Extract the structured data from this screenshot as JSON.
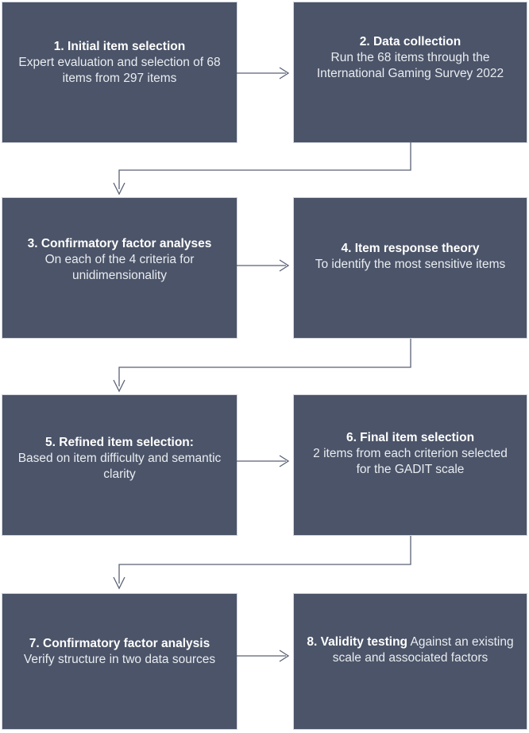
{
  "diagram": {
    "title": "GADIT scale development flowchart",
    "colors": {
      "node_fill": "#4b5468",
      "node_border": "#d2d5dd",
      "node_text": "#e9ecf1",
      "connector": "#5a6275",
      "background": "#ffffff"
    },
    "nodes": [
      {
        "id": "step-1",
        "title": "1. Initial item selection",
        "body": "Expert evaluation and selection of 68 items from 297 items",
        "inline": false
      },
      {
        "id": "step-2",
        "title": "2. Data collection",
        "body": "Run the 68 items through the International Gaming Survey 2022",
        "inline": false
      },
      {
        "id": "step-3",
        "title": "3. Confirmatory factor analyses",
        "body": "On each of the 4 criteria for unidimensionality",
        "inline": false
      },
      {
        "id": "step-4",
        "title": "4. Item response theory",
        "body": "To identify the most sensitive items",
        "inline": false
      },
      {
        "id": "step-5",
        "title": "5. Refined item selection:",
        "body": "Based on item difficulty and semantic clarity",
        "inline": false
      },
      {
        "id": "step-6",
        "title": "6. Final item selection",
        "body": "2 items from each criterion selected for the GADIT scale",
        "inline": false
      },
      {
        "id": "step-7",
        "title": "7. Confirmatory factor analysis",
        "body": "Verify structure in two data sources",
        "inline": false
      },
      {
        "id": "step-8",
        "title": "8. Validity testing",
        "body": " Against an existing scale and associated factors",
        "inline": true
      }
    ],
    "connectors": [
      {
        "id": "arrow-1-to-2",
        "kind": "horizontal-right",
        "from": "step-1",
        "to": "step-2"
      },
      {
        "id": "arrow-2-to-3",
        "kind": "elbow-down-left",
        "from": "step-2",
        "to": "step-3"
      },
      {
        "id": "arrow-3-to-4",
        "kind": "horizontal-right",
        "from": "step-3",
        "to": "step-4"
      },
      {
        "id": "arrow-4-to-5",
        "kind": "elbow-down-left",
        "from": "step-4",
        "to": "step-5"
      },
      {
        "id": "arrow-5-to-6",
        "kind": "horizontal-right",
        "from": "step-5",
        "to": "step-6"
      },
      {
        "id": "arrow-6-to-7",
        "kind": "elbow-down-left",
        "from": "step-6",
        "to": "step-7"
      },
      {
        "id": "arrow-7-to-8",
        "kind": "horizontal-right",
        "from": "step-7",
        "to": "step-8"
      }
    ]
  }
}
